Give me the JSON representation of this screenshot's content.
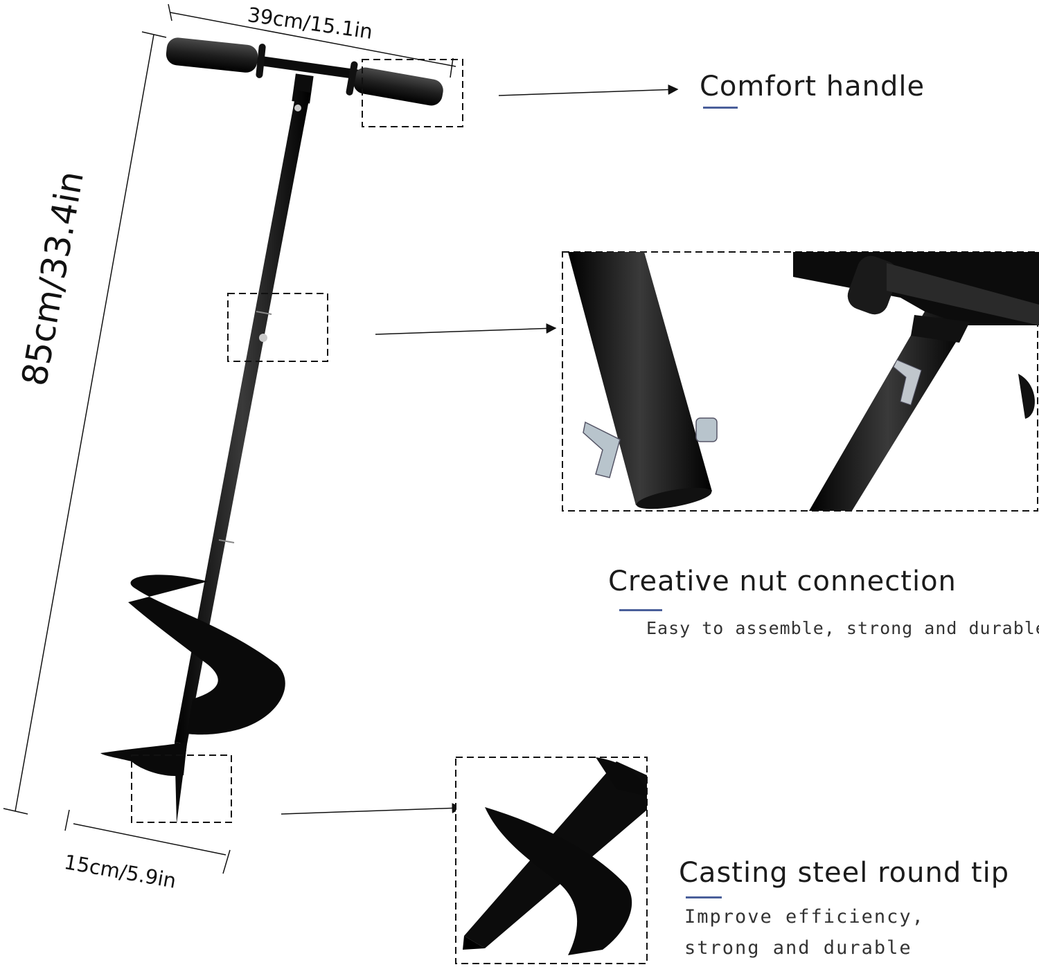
{
  "dimensions": {
    "width_label": "39cm/15.1in",
    "height_label": "85cm/33.4in",
    "auger_width_label": "15cm/5.9in"
  },
  "features": [
    {
      "title": "Comfort handle"
    },
    {
      "title": "Creative nut connection",
      "description": "Easy to assemble, strong and durable"
    },
    {
      "title": "Casting steel round tip",
      "description_lines": [
        "Improve efficiency,",
        "strong and durable"
      ]
    }
  ],
  "colors": {
    "accent": "#4a5f9a",
    "tool": "#0c0c0c",
    "handle_grip": "#2a2a2a",
    "line": "#111111"
  }
}
